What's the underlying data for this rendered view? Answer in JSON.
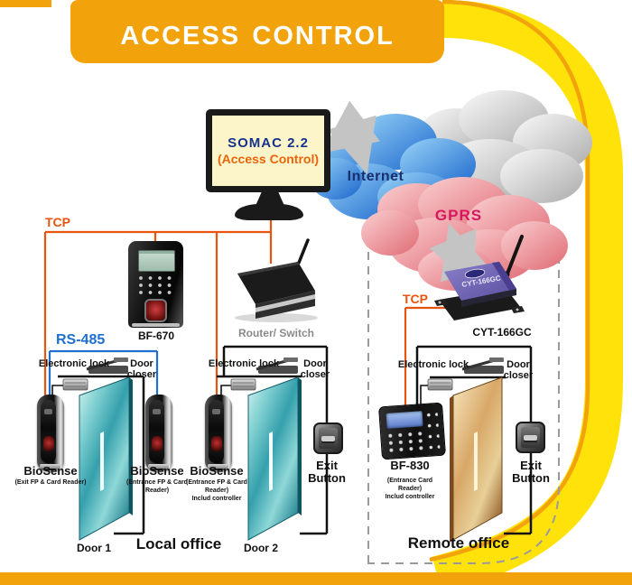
{
  "title": "Access Control",
  "monitor": {
    "app_name": "SOMAC 2.2",
    "app_subtitle": "(Access Control)"
  },
  "clouds": {
    "internet_label": "Internet",
    "gprs_label": "GPRS"
  },
  "links": {
    "tcp_local_label": "TCP",
    "tcp_remote_label": "TCP",
    "rs485_label": "RS-485"
  },
  "devices": {
    "bf670_label": "BF-670",
    "router_label": "Router/ Switch",
    "cyt_label": "CYT-166GC",
    "cyt_face_text": "CYT-166GC",
    "bf830_label": "BF-830",
    "bf830_desc": "(Entrance Card Reader)",
    "bf830_desc2": "Includ controller"
  },
  "door1": {
    "electronic_lock_label": "Electronic lock",
    "door_closer_label": "Door closer",
    "reader_exit": {
      "name": "BioSense",
      "desc": "(Exit FP & Card Reader)"
    },
    "reader_entrance": {
      "name": "BioSense",
      "desc": "(Entrance FP & Card Reader)"
    },
    "door_label": "Door 1"
  },
  "door2": {
    "electronic_lock_label": "Electronic lock",
    "door_closer_label": "Door closer",
    "reader_entrance": {
      "name": "BioSense",
      "desc": "(Entrance FP & Card Reader)",
      "desc2": "Includ controller"
    },
    "exit_button_label": "Exit Button",
    "door_label": "Door 2"
  },
  "remote_office": {
    "electronic_lock_label": "Electronic lock",
    "door_closer_label": "Door closer",
    "exit_button_label": "Exit Button",
    "area_label": "Remote office"
  },
  "areas": {
    "local_label": "Local office"
  },
  "colors": {
    "banner_orange": "#F2A30B",
    "ribbon_yellow": "#FFE20A",
    "wire_orange": "#E8540E",
    "wire_blue": "#1E6FD0",
    "internet_text": "#1A2F6E",
    "gprs_text": "#D6185E"
  }
}
